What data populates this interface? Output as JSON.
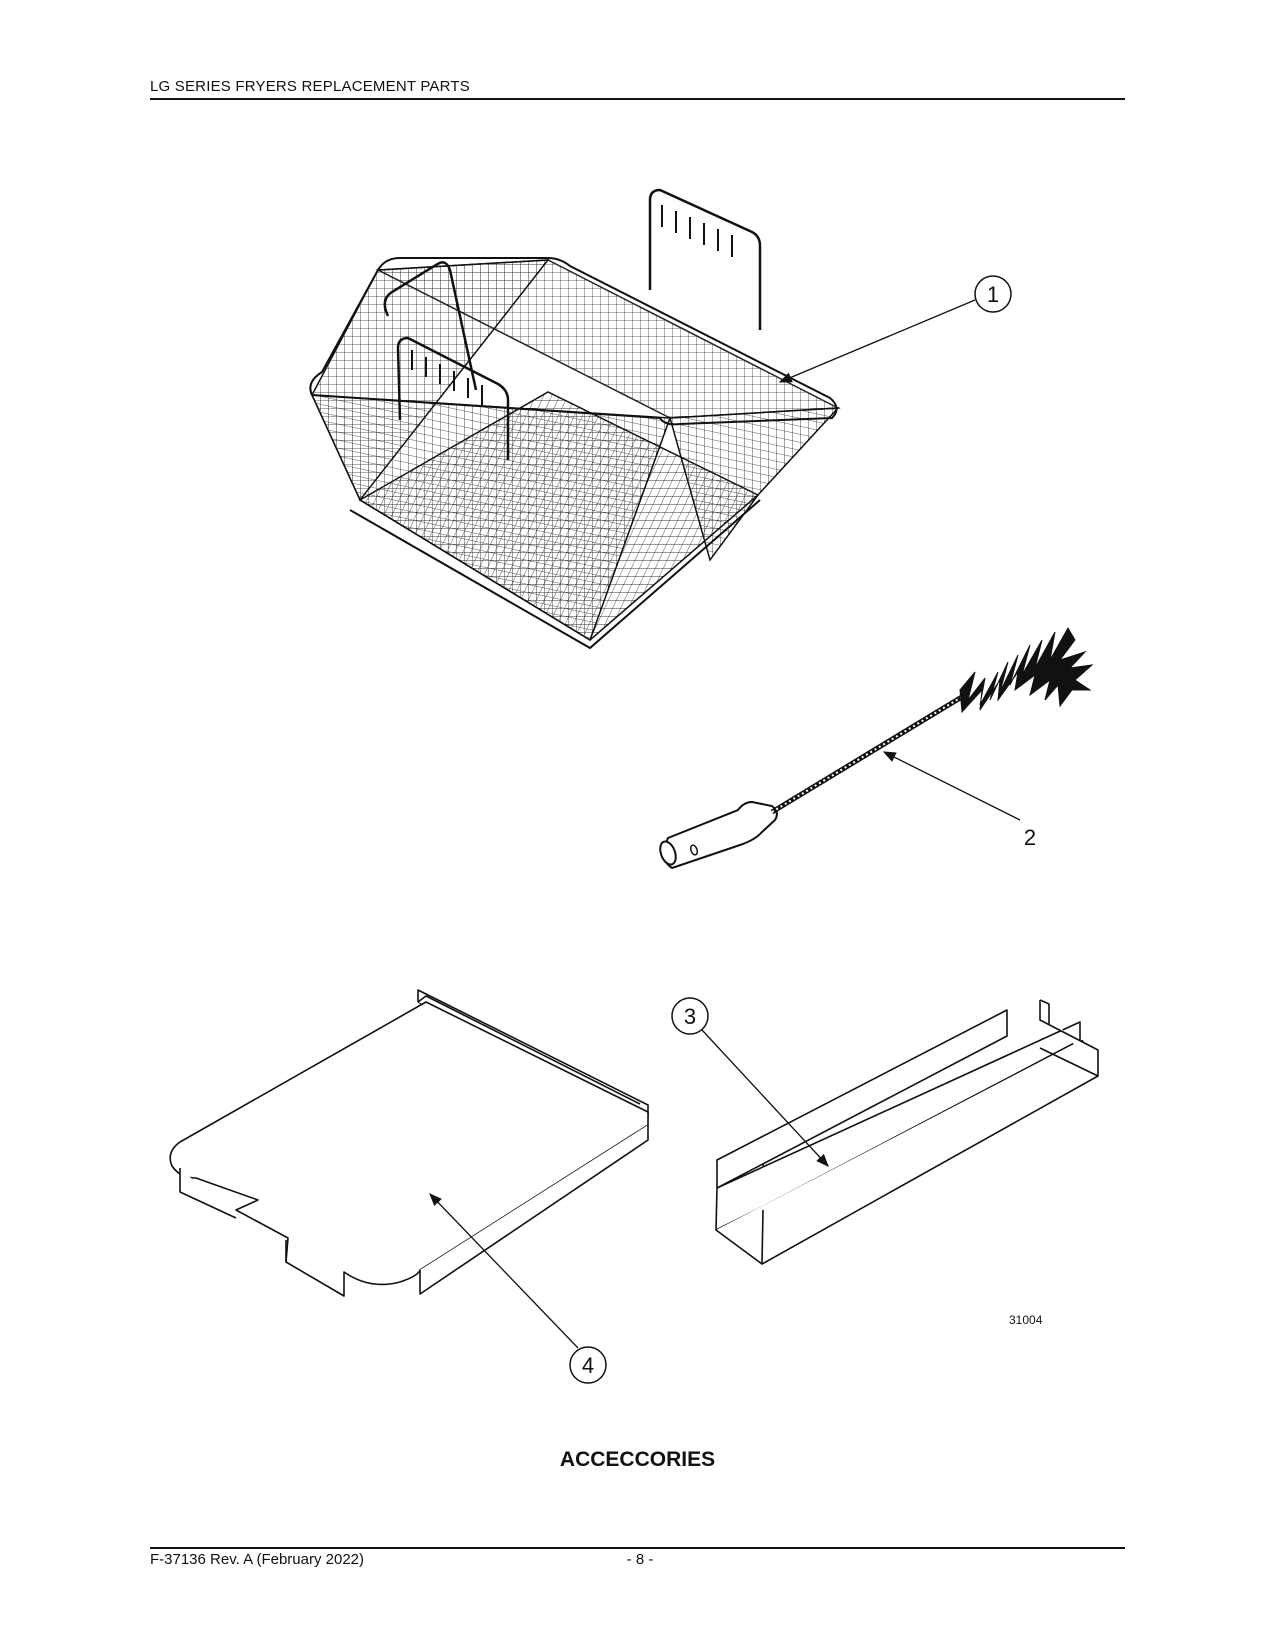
{
  "header": {
    "title": "LG SERIES FRYERS REPLACEMENT PARTS"
  },
  "figure": {
    "callouts": [
      "1",
      "2",
      "3",
      "4"
    ],
    "drawing_number": "31004",
    "parts": [
      {
        "callout": "1",
        "icon": "fry-basket-icon"
      },
      {
        "callout": "2",
        "icon": "cleaning-brush-icon"
      },
      {
        "callout": "3",
        "icon": "crumb-tray-icon"
      },
      {
        "callout": "4",
        "icon": "basket-support-rack-icon"
      }
    ]
  },
  "section": {
    "title": "ACCECCORIES"
  },
  "footer": {
    "document": "F-37136 Rev. A (February 2022)",
    "page": "- 8 -"
  }
}
